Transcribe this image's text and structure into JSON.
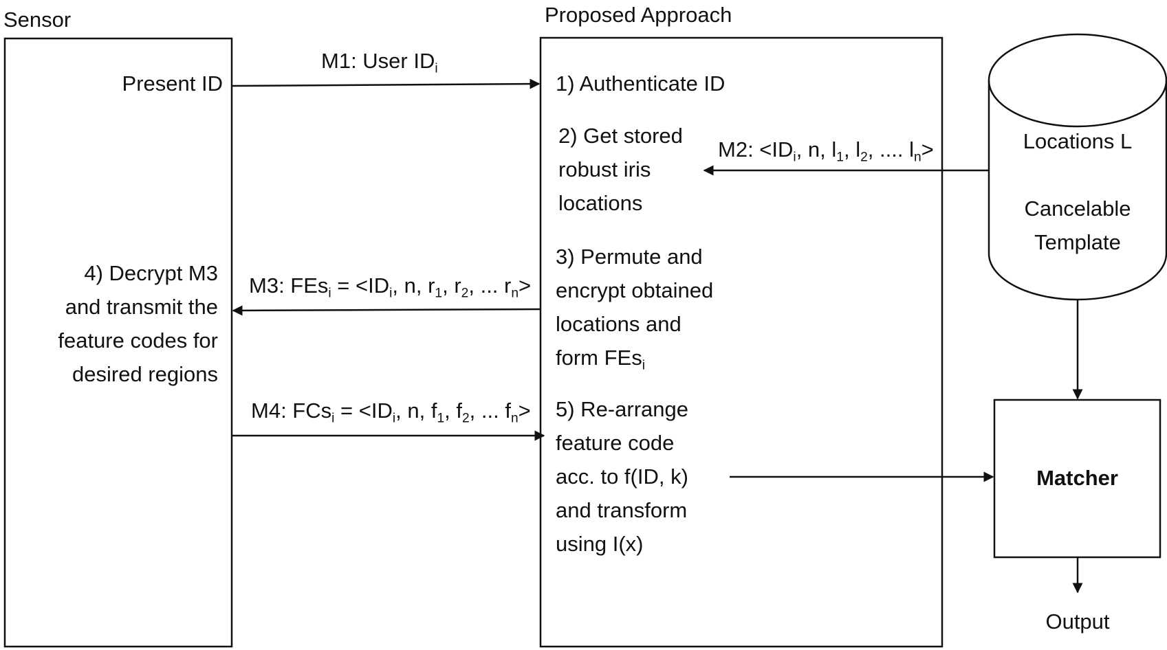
{
  "sensor": {
    "title": "Sensor",
    "present_id": "Present ID",
    "step4": [
      "4) Decrypt M3",
      "and transmit the",
      "feature codes for",
      "desired regions"
    ]
  },
  "approach": {
    "title": "Proposed Approach",
    "step1": "1) Authenticate ID",
    "step2": [
      "2) Get stored",
      "robust iris",
      "locations"
    ],
    "step3": [
      "3) Permute and",
      "encrypt obtained",
      "locations and",
      "form FEs"
    ],
    "step3_sub": "i",
    "step5": [
      "5) Re-arrange",
      "feature code",
      "acc. to f(ID, k)",
      "and transform",
      "using I(x)"
    ]
  },
  "messages": {
    "m1": {
      "text": "M1: User ID",
      "sub": "i"
    },
    "m2": {
      "a": "M2: <ID",
      "b": ", n, l",
      "c": ", l",
      "d": ", .... l",
      "e": ">",
      "s1": "i",
      "s2": "1",
      "s3": "2",
      "s4": "n"
    },
    "m3": {
      "a": "M3: FEs",
      "b": " = <ID",
      "c": ", n, r",
      "d": ", r",
      "e": ", ... r",
      "f": ">",
      "s1": "i",
      "s2": "i",
      "s3": "1",
      "s4": "2",
      "s5": "n"
    },
    "m4": {
      "a": "M4: FCs",
      "b": " = <ID",
      "c": ", n, f",
      "d": ", f",
      "e": ", ... f",
      "f": ">",
      "s1": "i",
      "s2": "i",
      "s3": "1",
      "s4": "2",
      "s5": "n"
    }
  },
  "database": {
    "line1": "Locations L",
    "line2": "Cancelable",
    "line3": "Template"
  },
  "matcher": {
    "label": "Matcher"
  },
  "output": {
    "label": "Output"
  },
  "colors": {
    "stroke": "#111111",
    "background": "#ffffff"
  }
}
